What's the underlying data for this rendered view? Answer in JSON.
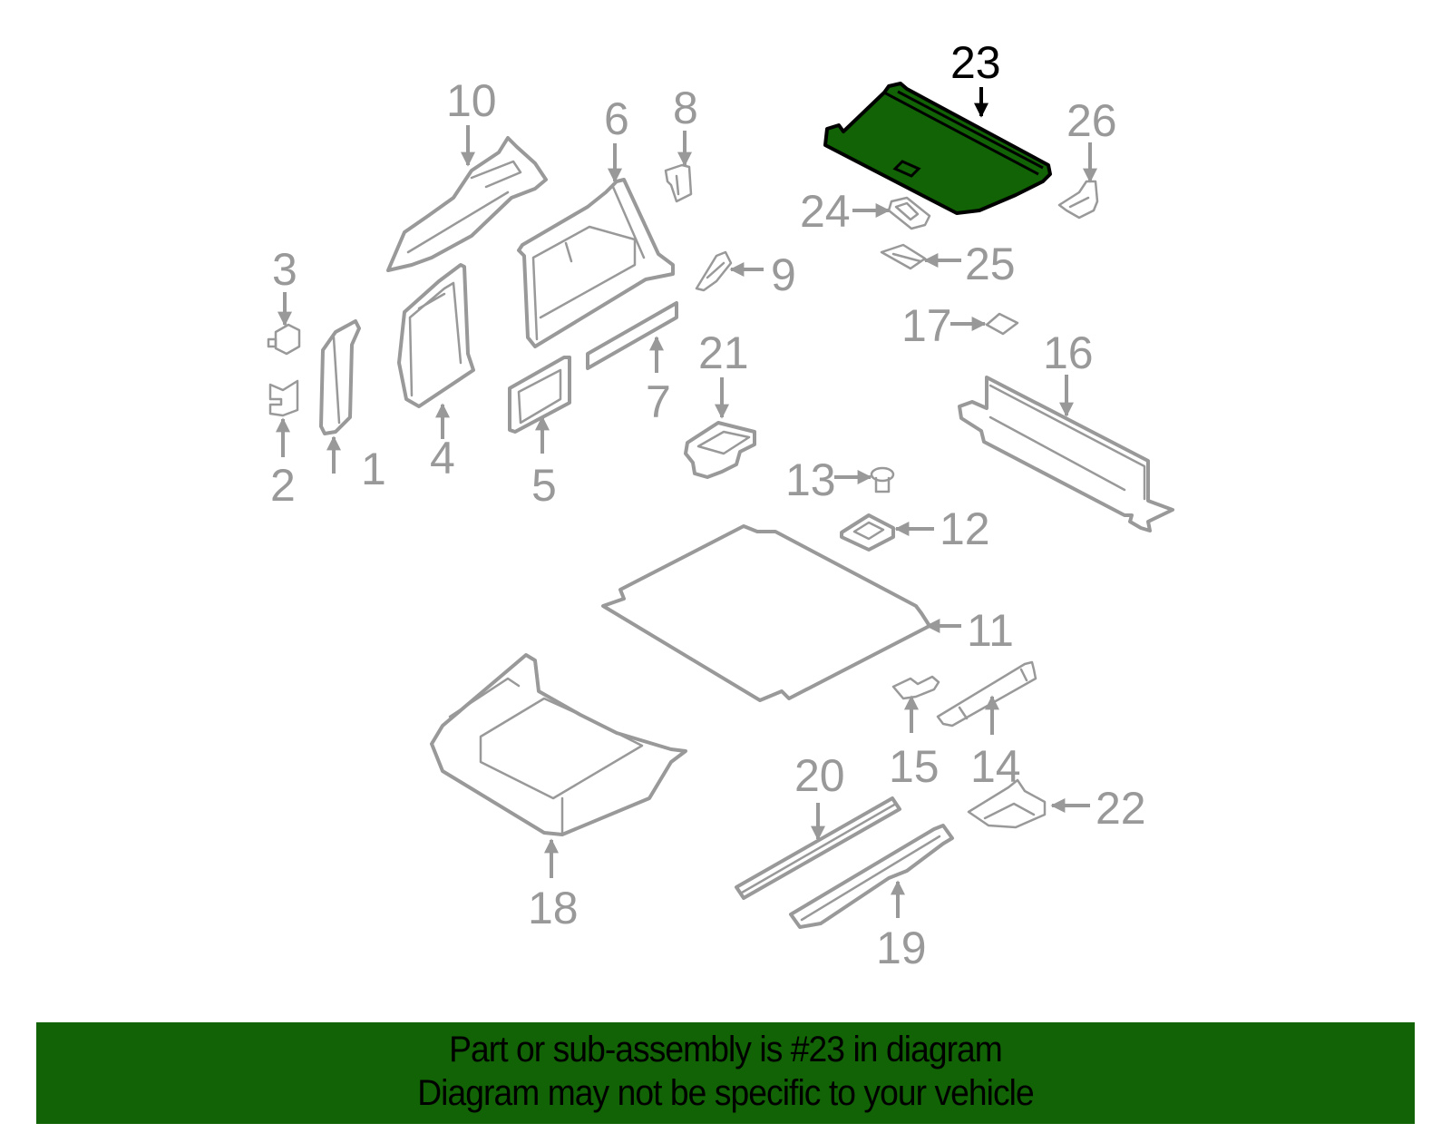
{
  "diagram": {
    "highlighted_part": "23",
    "highlight_color": "#116305",
    "part_color": "#999999",
    "callouts": [
      "1",
      "2",
      "3",
      "4",
      "5",
      "6",
      "7",
      "8",
      "9",
      "10",
      "11",
      "12",
      "13",
      "14",
      "15",
      "16",
      "17",
      "18",
      "19",
      "20",
      "21",
      "22",
      "23",
      "24",
      "25",
      "26"
    ]
  },
  "banner": {
    "line1": "Part or sub-assembly is #23 in diagram",
    "line2": "Diagram may not be specific to your vehicle",
    "background": "#116305"
  }
}
